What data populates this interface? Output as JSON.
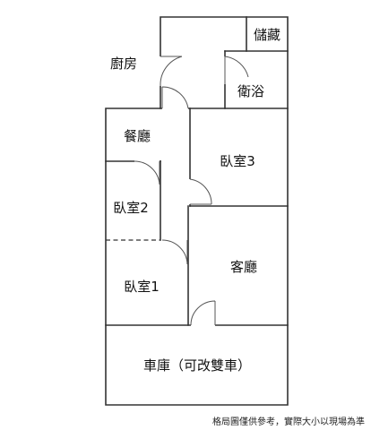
{
  "rooms": {
    "storage": "儲藏",
    "kitchen": "廚房",
    "bathroom": "衛浴",
    "dining": "餐廳",
    "bedroom3": "臥室3",
    "bedroom2": "臥室2",
    "living": "客廳",
    "bedroom1": "臥室1",
    "garage": "車庫（可改雙車）"
  },
  "disclaimer": "格局圖僅供參考，實際大小以現場為準"
}
